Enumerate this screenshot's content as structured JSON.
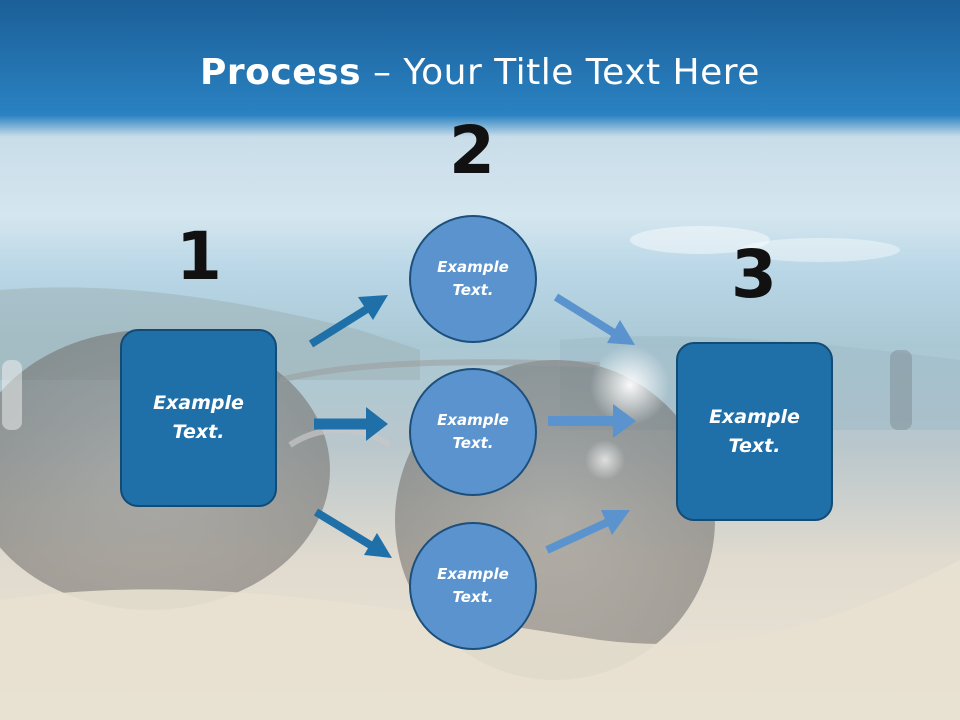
{
  "slide": {
    "title_bold": "Process",
    "title_rest": " – Your Title Text Here",
    "steps": [
      {
        "number": "1",
        "label": "Example\nText."
      },
      {
        "number": "2",
        "label": ""
      },
      {
        "number": "3",
        "label": "Example\nText."
      }
    ],
    "circles": [
      {
        "label": "Example\nText."
      },
      {
        "label": "Example\nText."
      },
      {
        "label": "Example\nText."
      }
    ],
    "colors": {
      "box_fill": "#1f6fa8",
      "circle_fill": "#5a93cd",
      "arrow_dark": "#1f6fa8",
      "arrow_light": "#5a93cd",
      "title_band": "#1d6faa"
    }
  }
}
